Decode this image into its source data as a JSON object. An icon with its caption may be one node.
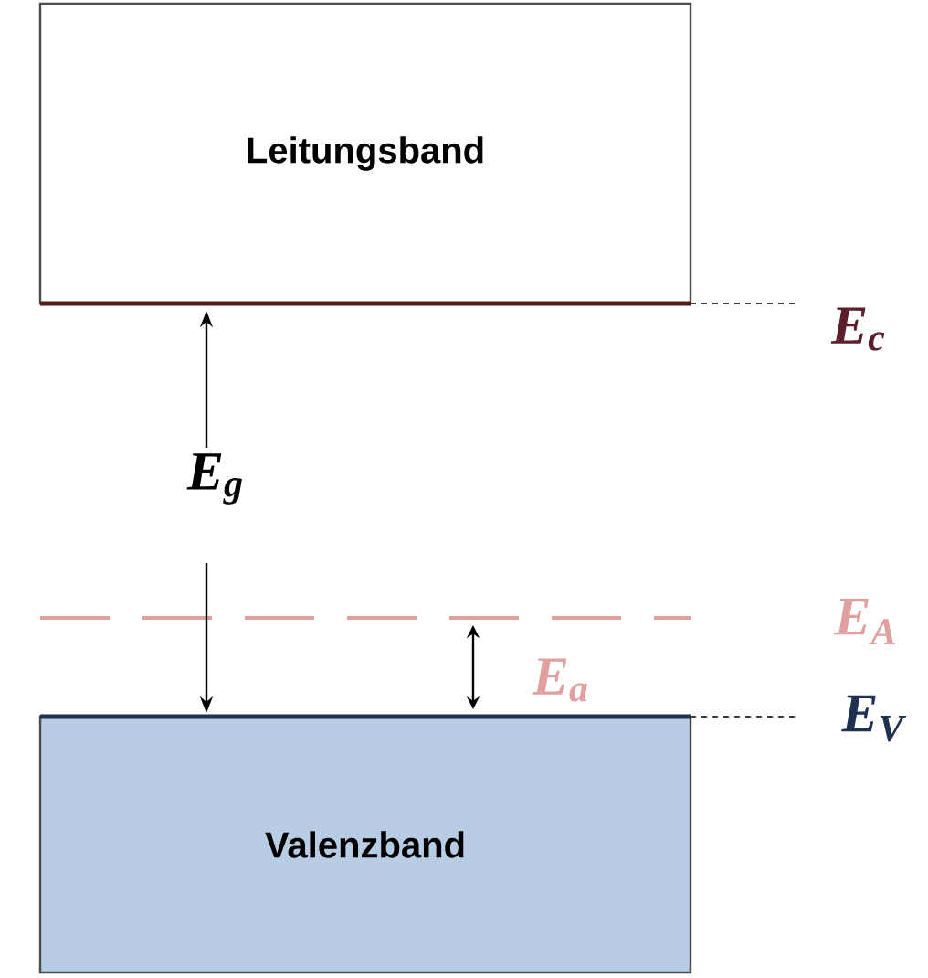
{
  "diagram": {
    "nodes": [
      {
        "text": [
          "Leitungsband"
        ]
      },
      {
        "text": [
          "Valenzband"
        ]
      }
    ],
    "edges": [],
    "labels": [
      "E$_{c}$",
      "E$_{g}$",
      "E$_{A}$",
      "E$_{a}$",
      "E$_{V}$"
    ]
  }
}
